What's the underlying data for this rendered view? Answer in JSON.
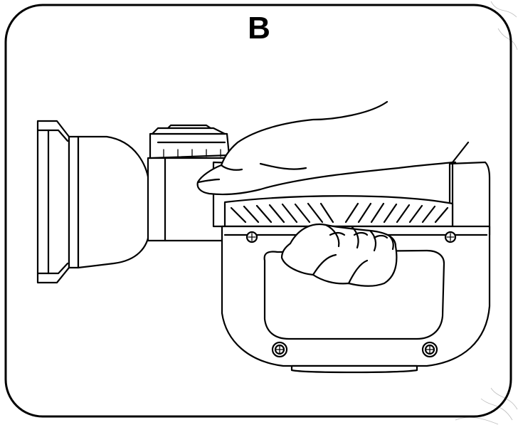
{
  "panel": {
    "label": "B"
  },
  "illustration": {
    "subject": "hand-on-device-handle",
    "style": "black-line-art",
    "colors": {
      "line": "#000000",
      "background": "#ffffff",
      "watermark": "#bdbdbd"
    }
  }
}
